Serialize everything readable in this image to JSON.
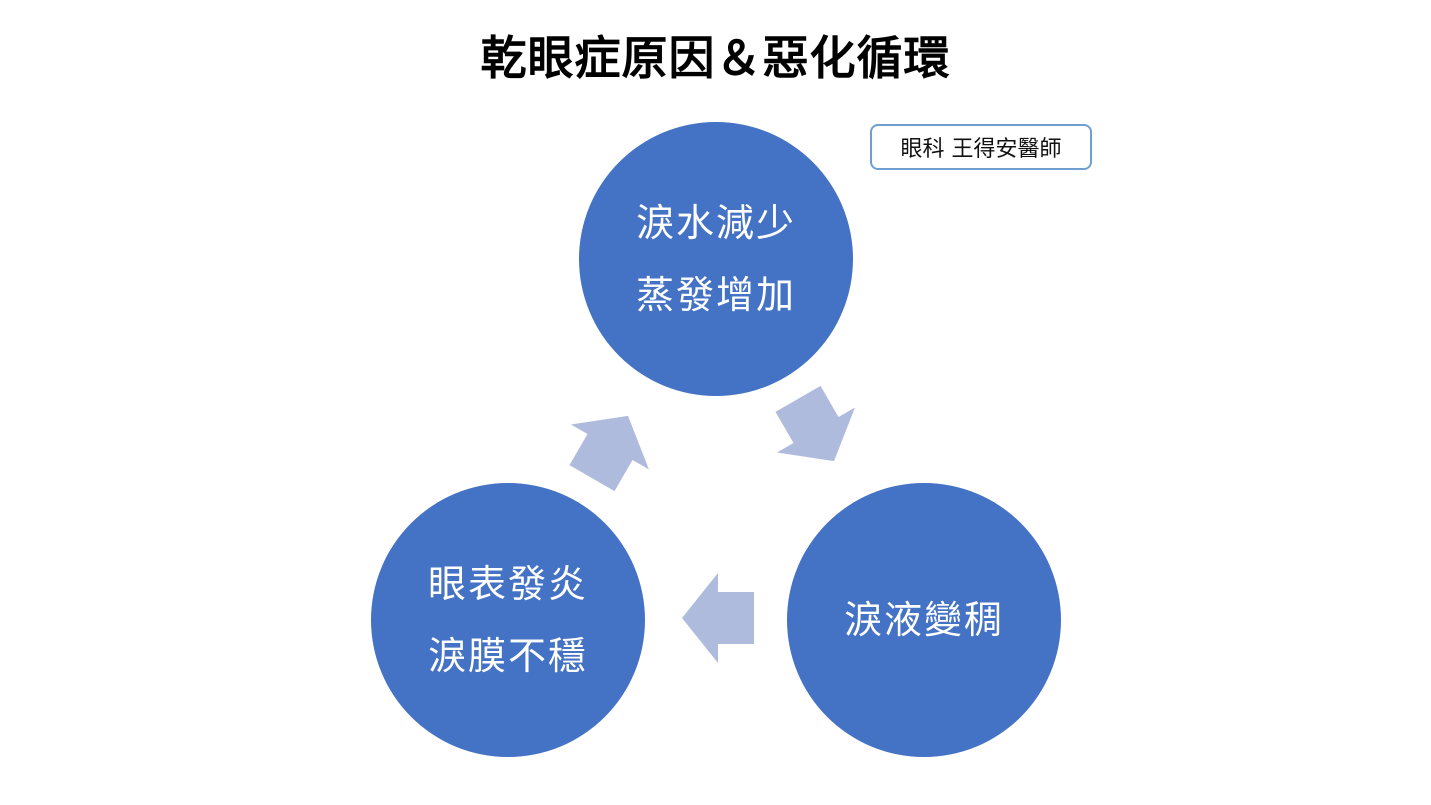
{
  "title": "乾眼症原因＆惡化循環",
  "author_badge": "眼科 王得安醫師",
  "colors": {
    "circle": "#4472c4",
    "arrow": "#aebbdd",
    "badge_border": "#6f9fd0"
  },
  "nodes": [
    {
      "lines": [
        "淚水減少",
        "蒸發增加"
      ]
    },
    {
      "lines": [
        "淚液變稠"
      ]
    },
    {
      "lines": [
        "眼表發炎",
        "淚膜不穩"
      ]
    }
  ]
}
